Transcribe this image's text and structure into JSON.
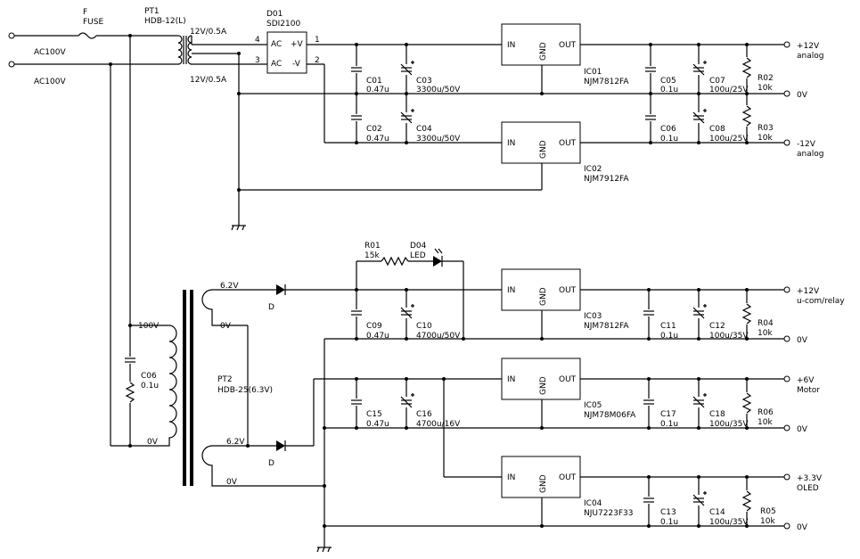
{
  "ac_in": {
    "line1": "AC100V",
    "line2": "AC100V"
  },
  "fuse": {
    "ref": "F",
    "name": "FUSE"
  },
  "pt1": {
    "ref": "PT1",
    "part": "HDB-12(L)",
    "sec_top": "12V/0.5A",
    "sec_bottom": "12V/0.5A"
  },
  "d01": {
    "ref": "D01",
    "part": "SDI2100",
    "pin_ac_top": "AC",
    "pin_pos": "+V",
    "pin_ac_bottom": "AC",
    "pin_neg": "-V",
    "pin4": "4",
    "pin3": "3",
    "pin1": "1",
    "pin2": "2"
  },
  "caps_top": {
    "c01": {
      "ref": "C01",
      "val": "0.47u"
    },
    "c02": {
      "ref": "C02",
      "val": "0.47u"
    },
    "c03": {
      "ref": "C03",
      "val": "3300u/50V"
    },
    "c04": {
      "ref": "C04",
      "val": "3300u/50V"
    },
    "c05": {
      "ref": "C05",
      "val": "0.1u"
    },
    "c06": {
      "ref": "C06",
      "val": "0.1u"
    },
    "c07": {
      "ref": "C07",
      "val": "100u/25V"
    },
    "c08": {
      "ref": "C08",
      "val": "100u/25V"
    }
  },
  "regulators": {
    "ic01": {
      "ref": "IC01",
      "part": "NJM7812FA"
    },
    "ic02": {
      "ref": "IC02",
      "part": "NJM7912FA"
    },
    "ic03": {
      "ref": "IC03",
      "part": "NJM7812FA"
    },
    "ic05": {
      "ref": "IC05",
      "part": "NJM78M06FA"
    },
    "ic04": {
      "ref": "IC04",
      "part": "NJU7223F33"
    }
  },
  "pin_labels": {
    "in": "IN",
    "gnd": "GND",
    "out": "OUT"
  },
  "resistors": {
    "r02": {
      "ref": "R02",
      "val": "10k"
    },
    "r03": {
      "ref": "R03",
      "val": "10k"
    },
    "r01": {
      "ref": "R01",
      "val": "15k"
    },
    "r04": {
      "ref": "R04",
      "val": "10k"
    },
    "r06": {
      "ref": "R06",
      "val": "10k"
    },
    "r05": {
      "ref": "R05",
      "val": "10k"
    }
  },
  "outputs": {
    "p12_analog": {
      "value": "+12V",
      "desc": "analog"
    },
    "zero_top": {
      "value": "0V"
    },
    "m12_analog": {
      "value": "-12V",
      "desc": "analog"
    },
    "p12_relay": {
      "value": "+12V",
      "desc": "u-com/relay"
    },
    "zero_relay": {
      "value": "0V"
    },
    "p6_motor": {
      "value": "+6V",
      "desc": "Motor"
    },
    "zero_motor": {
      "value": "0V"
    },
    "p33_oled": {
      "value": "+3.3V",
      "desc": "OLED"
    },
    "zero_oled": {
      "value": "0V"
    }
  },
  "led": {
    "ref": "D04",
    "name": "LED"
  },
  "pt2": {
    "ref": "PT2",
    "part": "HDB-25(6.3V)",
    "pri_top": "100V",
    "pri_bottom": "0V",
    "sec1_top": "6.2V",
    "sec1_bottom": "0V",
    "sec2_top": "6.2V",
    "sec2_bottom": "0V"
  },
  "diodes": {
    "d_upper": "D",
    "d_lower": "D"
  },
  "c06b": {
    "ref": "C06",
    "val": "0.1u"
  },
  "caps_bottom": {
    "c09": {
      "ref": "C09",
      "val": "0.47u"
    },
    "c10": {
      "ref": "C10",
      "val": "4700u/50V"
    },
    "c11": {
      "ref": "C11",
      "val": "0.1u"
    },
    "c12": {
      "ref": "C12",
      "val": "100u/35V"
    },
    "c15": {
      "ref": "C15",
      "val": "0.47u"
    },
    "c16": {
      "ref": "C16",
      "val": "4700u/16V"
    },
    "c17": {
      "ref": "C17",
      "val": "0.1u"
    },
    "c18": {
      "ref": "C18",
      "val": "100u/35V"
    },
    "c13": {
      "ref": "C13",
      "val": "0.1u"
    },
    "c14": {
      "ref": "C14",
      "val": "100u/35V"
    }
  }
}
